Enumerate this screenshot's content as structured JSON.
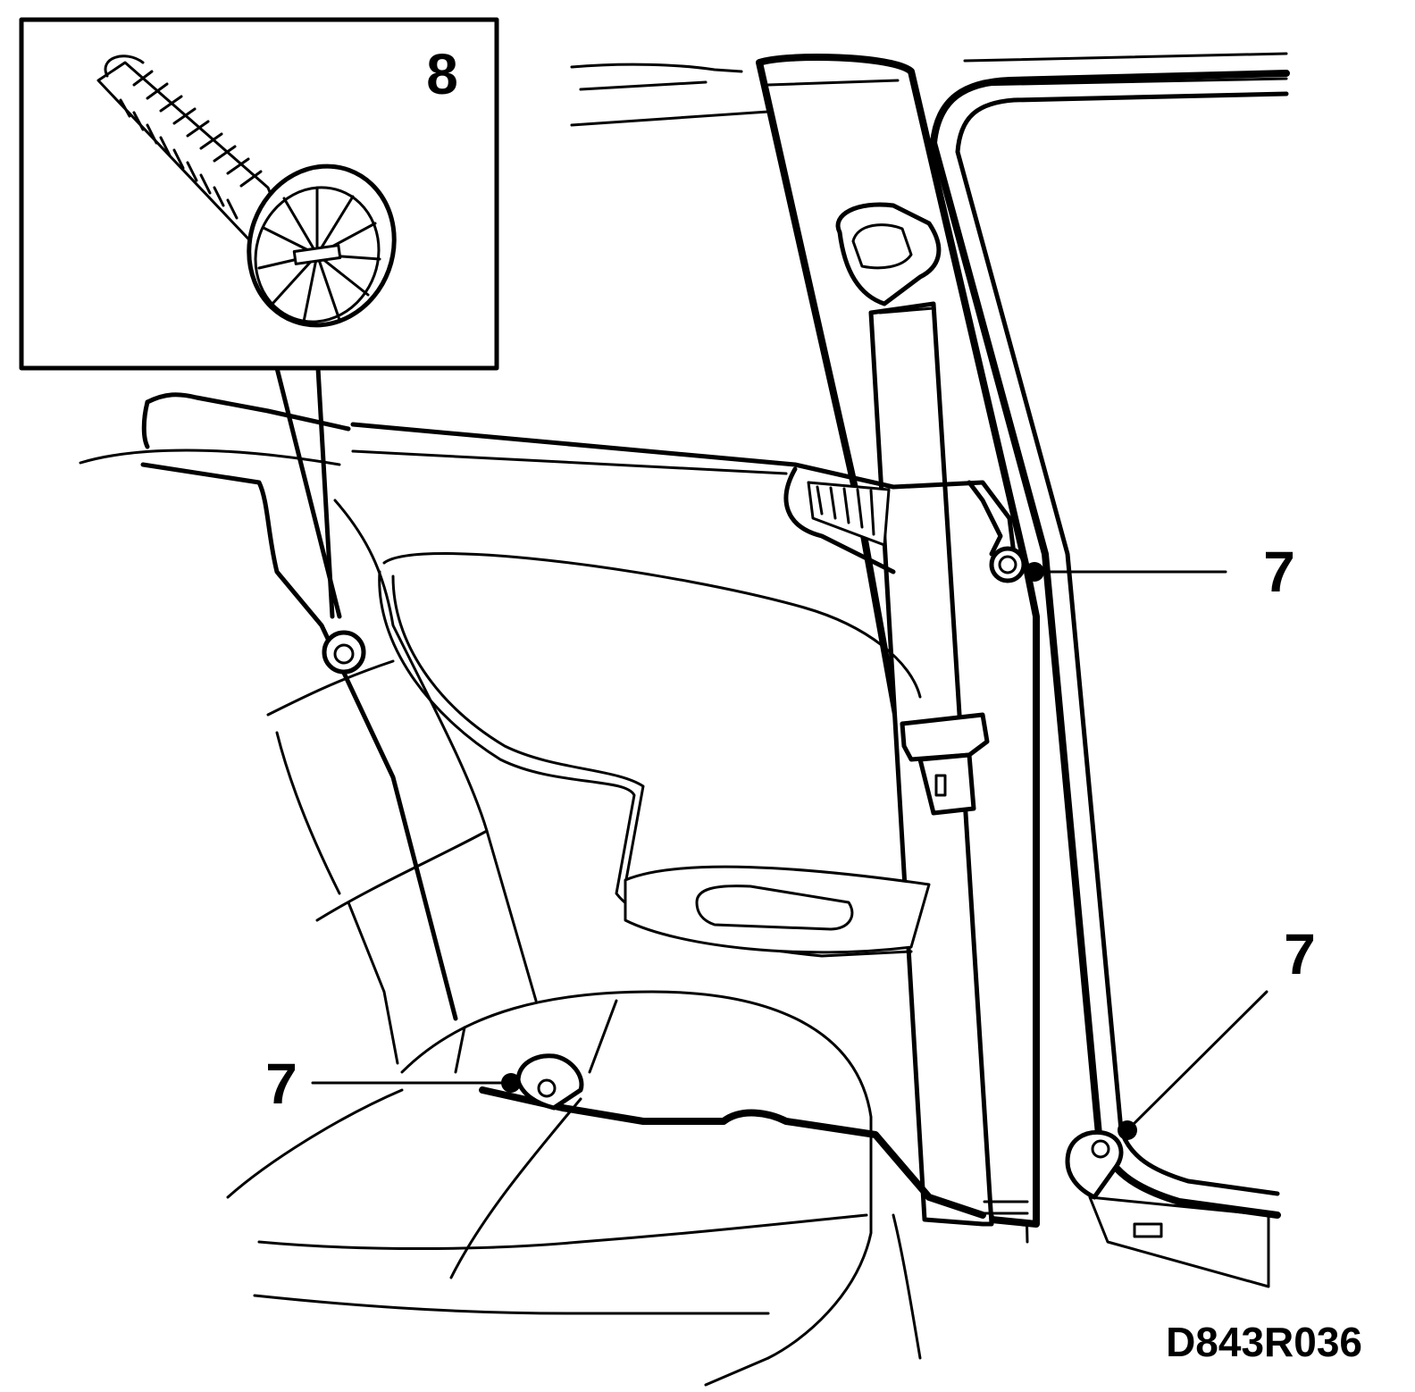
{
  "diagram": {
    "figure_code": "D843R036",
    "callouts": [
      {
        "id": "inset",
        "label": "8"
      },
      {
        "id": "upper-right",
        "label": "7"
      },
      {
        "id": "lower-right",
        "label": "7"
      },
      {
        "id": "lower-left",
        "label": "7"
      }
    ],
    "icons": [
      "push-rivet-clip-icon",
      "fastener-screw-icon"
    ]
  }
}
